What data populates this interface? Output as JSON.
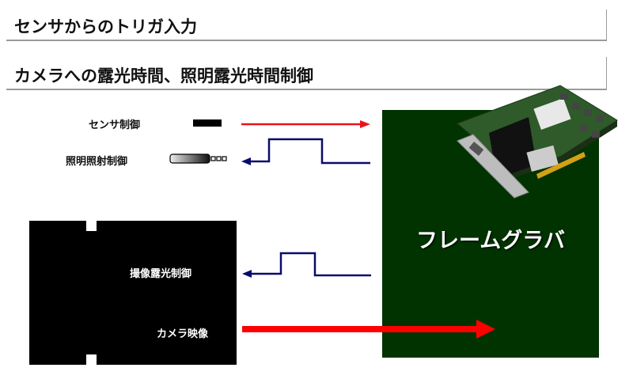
{
  "headers": [
    {
      "title": "センサからのトリガ入力"
    },
    {
      "title": "カメラへの露光時間、照明露光時間制御"
    }
  ],
  "signals": {
    "sensor_control": {
      "label": "センサ制御",
      "icon": "sensor-icon",
      "direction": "to-grabber",
      "color": "#e8141b"
    },
    "light_control": {
      "label": "照明照射制御",
      "icon": "light-icon",
      "direction": "from-grabber",
      "color": "#0a0a6e"
    },
    "exposure_control": {
      "label": "撮像露光制御",
      "direction": "from-grabber",
      "color": "#0a0a6e"
    },
    "camera_video": {
      "label": "カメラ映像",
      "direction": "to-grabber",
      "color": "#ff0000"
    }
  },
  "frame_grabber": {
    "title": "フレームグラバ",
    "background": "#003300",
    "image": "pcie-card-image"
  },
  "camera": {
    "background": "#000000"
  }
}
